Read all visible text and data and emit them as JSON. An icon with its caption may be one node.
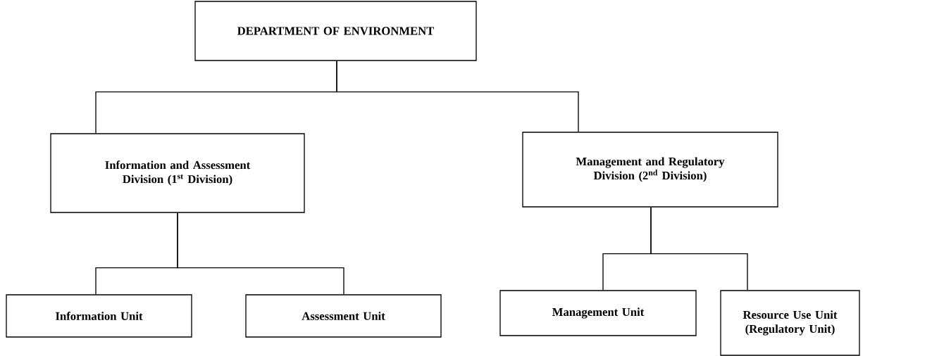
{
  "diagram": {
    "nodes": [
      {
        "text": [
          "DEPARTMENT OF ENVIRONMENT"
        ]
      },
      {
        "text": [
          "Information and Assessment Division (1$^{st}$ Division)"
        ]
      },
      {
        "text": [
          "Management and Regulatory Division (2$^{nd}$ Division)"
        ]
      },
      {
        "text": [
          "Information Unit"
        ]
      },
      {
        "text": [
          "Assessment Unit"
        ]
      },
      {
        "text": [
          "Management Unit"
        ]
      },
      {
        "text": [
          "Resource Use Unit (Regulatory Unit)"
        ]
      }
    ],
    "edges": [
      {
        "from": 0,
        "to": 1,
        "arrow": "none"
      },
      {
        "from": 0,
        "to": 2,
        "arrow": "none"
      },
      {
        "from": 1,
        "to": 3,
        "arrow": "none"
      },
      {
        "from": 1,
        "to": 4,
        "arrow": "none"
      },
      {
        "from": 2,
        "to": 5,
        "arrow": "none"
      },
      {
        "from": 2,
        "to": 6,
        "arrow": "none"
      }
    ]
  }
}
